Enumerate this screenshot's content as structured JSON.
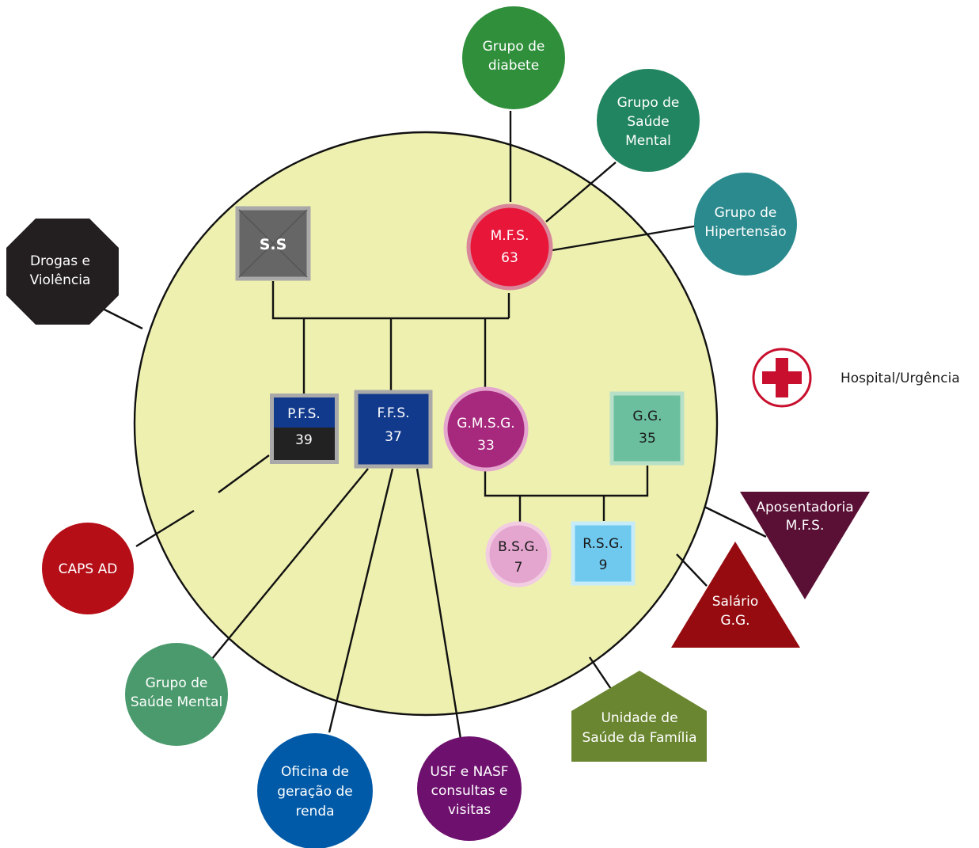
{
  "colors": {
    "household": "#eef0b0",
    "ss": "#666666",
    "ss_border": "#a9a9a9",
    "mfs": "#e8173a",
    "gmsg": "#a7297d",
    "bsg": "#e4a6cf",
    "rsg": "#6fc9ef",
    "gg": "#6bbf9f",
    "ffs": "#123a8c",
    "pfs_top": "#123a8c",
    "pfs_bottom": "#222222",
    "diabete": "#2f8f3b",
    "saude_mental_top": "#208560",
    "hipertensao": "#2b8a8e",
    "drogas": "#231f20",
    "caps": "#b50e17",
    "saude_mental_bottom": "#4b9a6d",
    "oficina": "#005aa8",
    "usf_nasf": "#6e106e",
    "aposentadoria": "#5a0f35",
    "salario": "#960b0f",
    "unidade": "#6a8630",
    "hospital": "#c8102e"
  },
  "family": {
    "ss": {
      "label": "S.S"
    },
    "mfs": {
      "name": "M.F.S.",
      "age": "63"
    },
    "pfs": {
      "name": "P.F.S.",
      "age": "39"
    },
    "ffs": {
      "name": "F.F.S.",
      "age": "37"
    },
    "gmsg": {
      "name": "G.M.S.G.",
      "age": "33"
    },
    "gg": {
      "name": "G.G.",
      "age": "35"
    },
    "bsg": {
      "name": "B.S.G.",
      "age": "7"
    },
    "rsg": {
      "name": "R.S.G.",
      "age": "9"
    }
  },
  "external": {
    "diabete": [
      "Grupo de",
      "diabete"
    ],
    "saude_mental_top": [
      "Grupo de",
      "Saúde",
      "Mental"
    ],
    "hipertensao": [
      "Grupo de",
      "Hipertensão"
    ],
    "drogas": [
      "Drogas e",
      "Violência"
    ],
    "caps": [
      "CAPS AD"
    ],
    "saude_mental_bottom": [
      "Grupo de",
      "Saúde Mental"
    ],
    "oficina": [
      "Oficina de",
      "geração de",
      "renda"
    ],
    "usf_nasf": [
      "USF e NASF",
      "consultas e",
      "visitas"
    ],
    "aposentadoria": [
      "Aposentadoria",
      "M.F.S."
    ],
    "salario": [
      "Salário",
      "G.G."
    ],
    "unidade": [
      "Unidade de",
      "Saúde da Família"
    ],
    "hospital": [
      "Hospital/Urgência"
    ]
  }
}
